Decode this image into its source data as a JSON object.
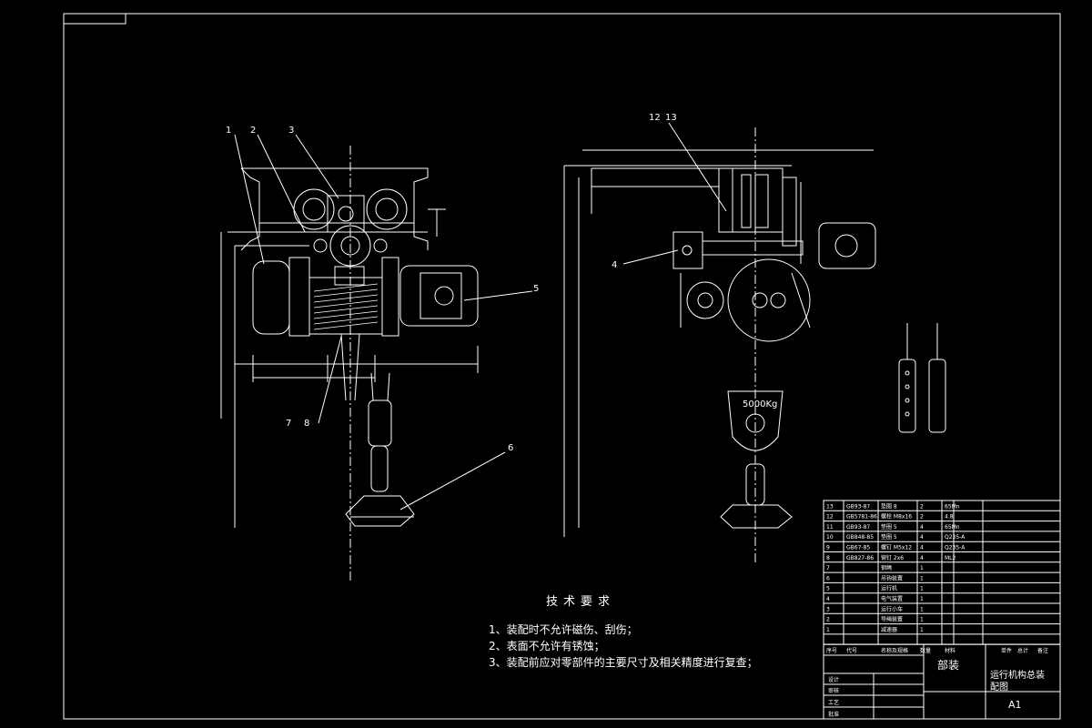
{
  "drawing": {
    "part_labels": [
      "1",
      "2",
      "3",
      "4",
      "5",
      "6",
      "7",
      "8",
      "12",
      "13"
    ],
    "hook_rating": "5000Kg",
    "technical_requirements": {
      "title": "技术要求",
      "items": [
        "1、装配时不允许磁伤、刮伤；",
        "2、表面不允许有锈蚀；",
        "3、装配前应对零部件的主要尺寸及相关精度进行复查；"
      ]
    },
    "bom": {
      "header": [
        "序号",
        "代号",
        "名称及规格",
        "数量",
        "材料",
        "单件",
        "总计",
        "备注"
      ],
      "rows": [
        {
          "no": "13",
          "code": "GB93-87",
          "name": "垫圈 8",
          "qty": "2",
          "mat": "65Mn"
        },
        {
          "no": "12",
          "code": "GB5781-86",
          "name": "螺栓 M8x16",
          "qty": "2",
          "mat": "4.8"
        },
        {
          "no": "11",
          "code": "GB93-87",
          "name": "垫圈 5",
          "qty": "4",
          "mat": "65Mn"
        },
        {
          "no": "10",
          "code": "GB848-85",
          "name": "垫圈 5",
          "qty": "4",
          "mat": "Q235-A"
        },
        {
          "no": "9",
          "code": "GB67-85",
          "name": "螺钉 M5x12",
          "qty": "4",
          "mat": "Q235-A"
        },
        {
          "no": "8",
          "code": "GB827-86",
          "name": "铆钉 2x6",
          "qty": "4",
          "mat": "ML2"
        },
        {
          "no": "7",
          "code": "",
          "name": "钢绳",
          "qty": "1",
          "mat": ""
        },
        {
          "no": "6",
          "code": "",
          "name": "吊钩装置",
          "qty": "1",
          "mat": ""
        },
        {
          "no": "5",
          "code": "",
          "name": "运行机",
          "qty": "1",
          "mat": ""
        },
        {
          "no": "4",
          "code": "",
          "name": "电气装置",
          "qty": "1",
          "mat": ""
        },
        {
          "no": "3",
          "code": "",
          "name": "运行小车",
          "qty": "1",
          "mat": ""
        },
        {
          "no": "2",
          "code": "",
          "name": "导绳装置",
          "qty": "1",
          "mat": ""
        },
        {
          "no": "1",
          "code": "",
          "name": "减速器",
          "qty": "1",
          "mat": ""
        }
      ]
    },
    "title_block": {
      "center_title": "部装",
      "drawing_name_line1": "运行机构总装",
      "drawing_name_line2": "配图",
      "sheet_size": "A1",
      "roles": [
        "设计",
        "审核",
        "工艺",
        "批准"
      ]
    }
  }
}
